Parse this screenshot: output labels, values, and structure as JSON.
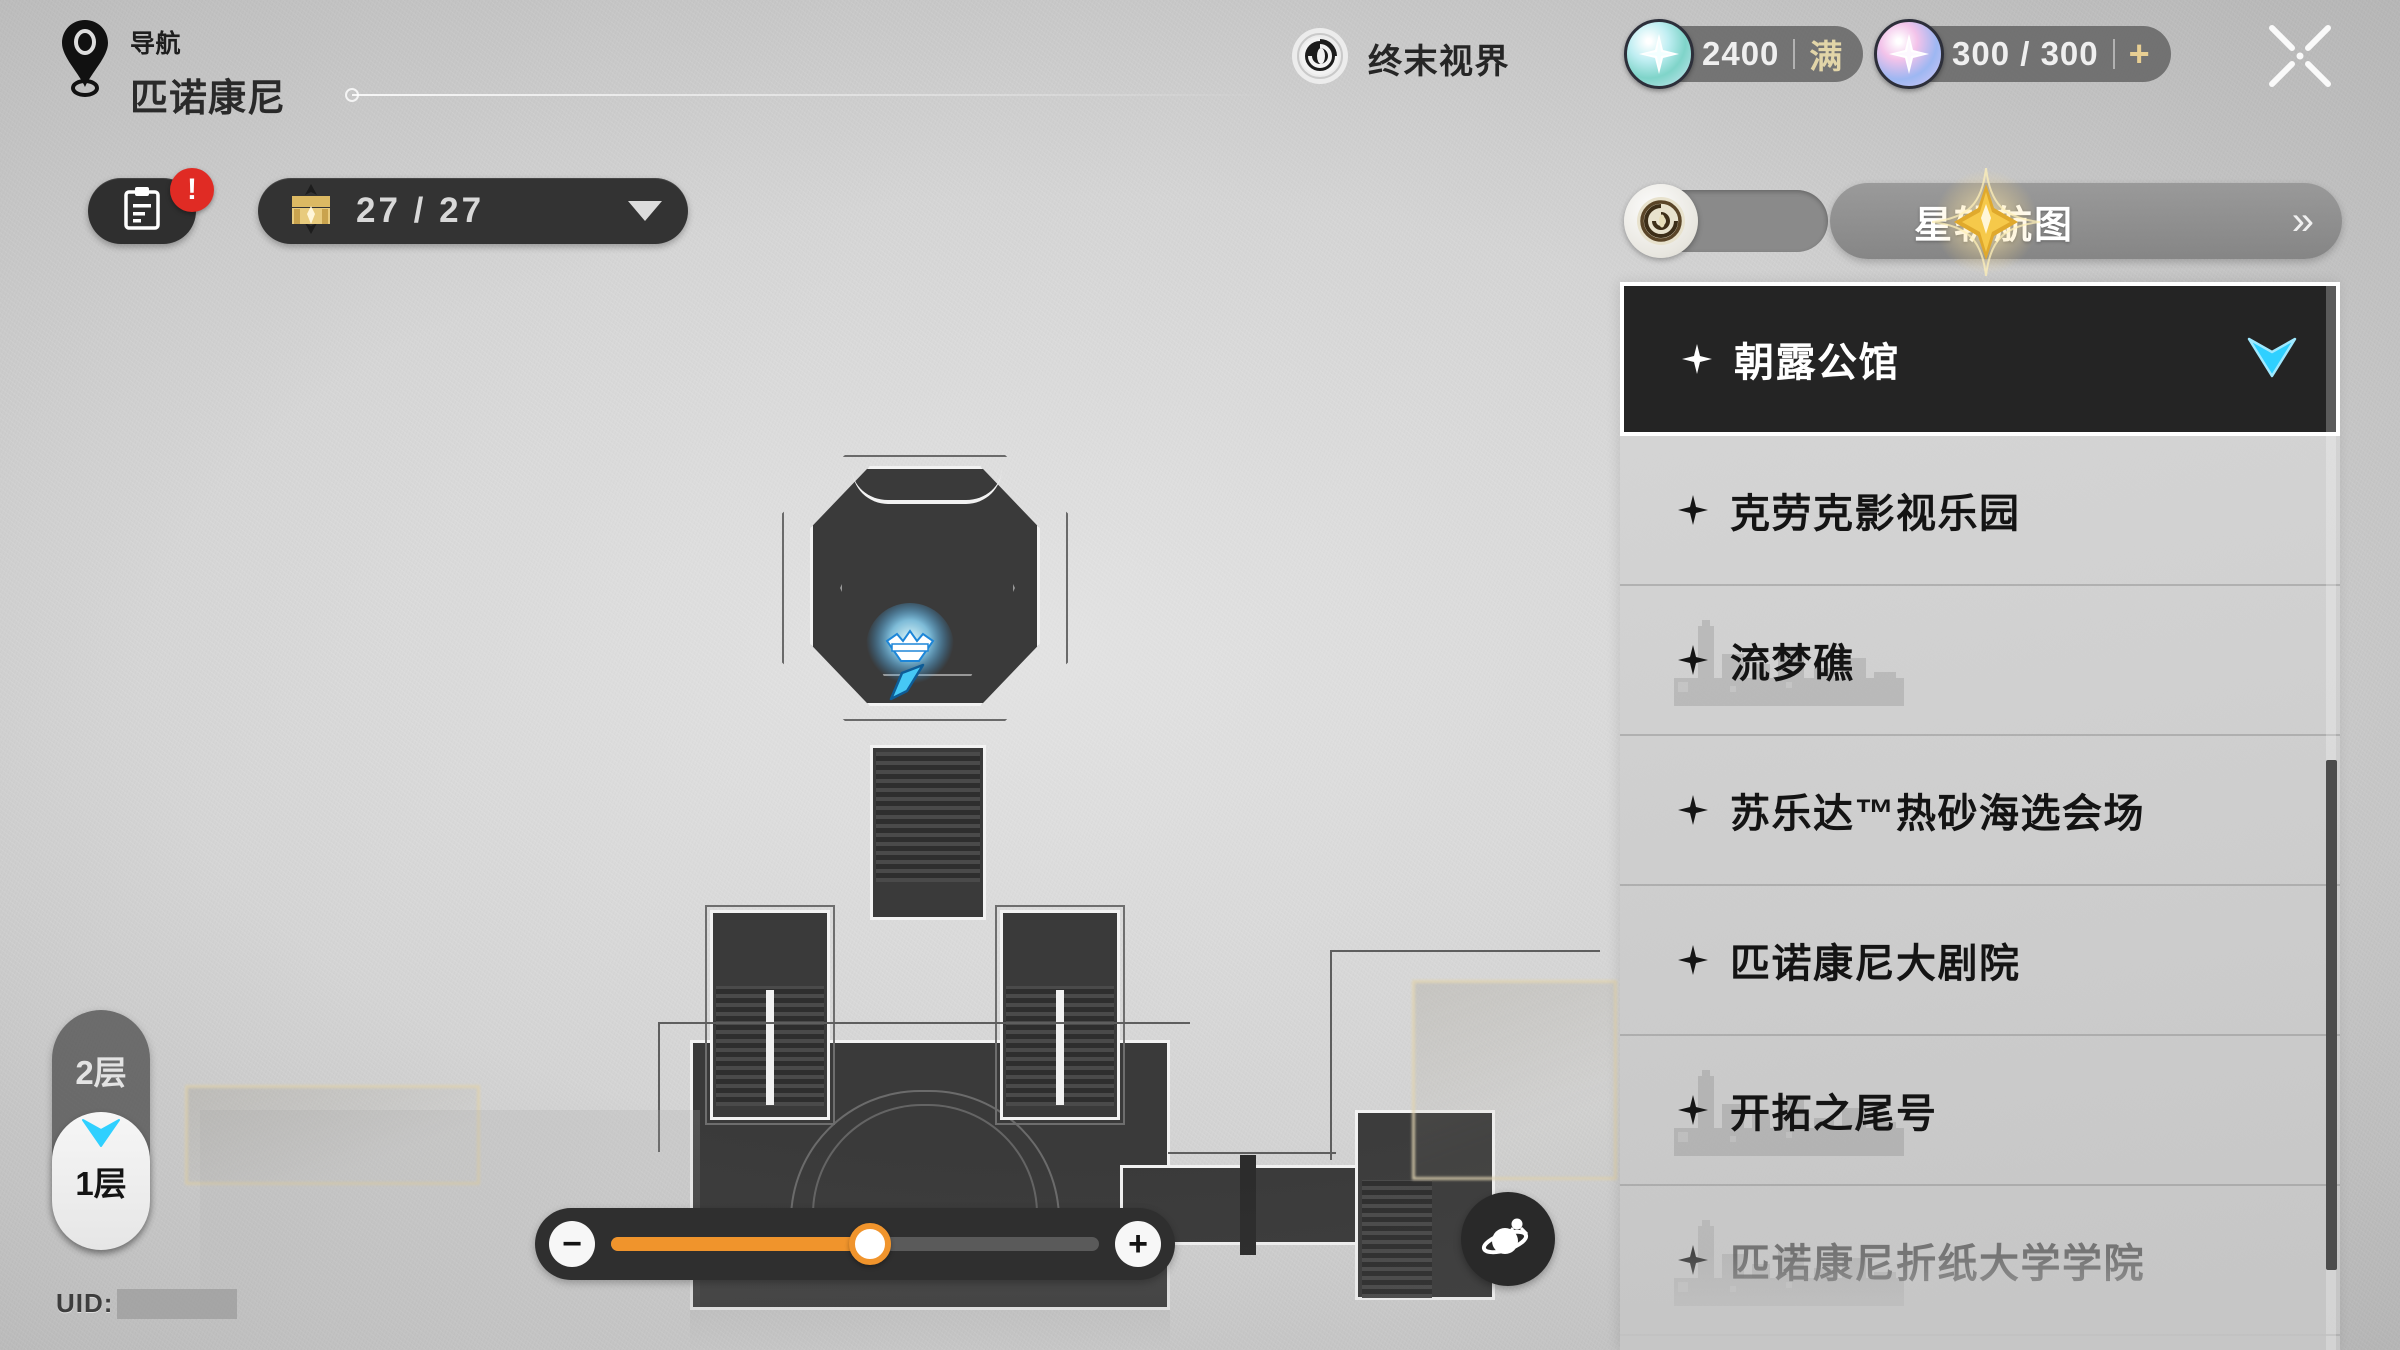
{
  "nav": {
    "kicker": "导航",
    "title": "匹诺康尼",
    "pin_icon": "location-pin-icon"
  },
  "toolbar": {
    "quest_icon": "clipboard-icon",
    "quest_badge": "!",
    "chest_icon": "treasure-chest-icon",
    "chest_count": "27 / 27",
    "chest_caret_icon": "chevron-down-icon"
  },
  "mode": {
    "icon": "spiral-eye-icon",
    "label": "终末视界"
  },
  "currency": {
    "jade": {
      "icon": "jade-orb-icon",
      "value": "2400",
      "status": "满"
    },
    "fuel": {
      "icon": "fuel-orb-icon",
      "value": "300 / 300",
      "add": "+"
    }
  },
  "close": {
    "icon": "close-x-icon"
  },
  "panel": {
    "toggle": {
      "icon": "spiral-knob-icon",
      "state": "off"
    },
    "starmap": {
      "star_icon": "gold-star-icon",
      "label": "星轨航图",
      "chevrons_icon": "double-chevron-right-icon"
    }
  },
  "locations": {
    "selected_index": 0,
    "selected_marker_icon": "double-chevron-marker-icon",
    "selected_caret_icon": "cyan-chevron-down-icon",
    "items": [
      {
        "label": "朝露公馆",
        "icon": "sparkle-icon",
        "selected": true,
        "skyline": false,
        "faded": false
      },
      {
        "label": "克劳克影视乐园",
        "icon": "sparkle-icon",
        "selected": false,
        "skyline": false,
        "faded": false
      },
      {
        "label": "流梦礁",
        "icon": "sparkle-icon",
        "selected": false,
        "skyline": true,
        "faded": false
      },
      {
        "label": "苏乐达™热砂海选会场",
        "icon": "sparkle-icon",
        "selected": false,
        "skyline": false,
        "faded": false
      },
      {
        "label": "匹诺康尼大剧院",
        "icon": "sparkle-icon",
        "selected": false,
        "skyline": false,
        "faded": false
      },
      {
        "label": "开拓之尾号",
        "icon": "sparkle-icon",
        "selected": false,
        "skyline": true,
        "faded": false
      },
      {
        "label": "匹诺康尼折纸大学学院",
        "icon": "sparkle-icon",
        "selected": false,
        "skyline": true,
        "faded": true
      }
    ]
  },
  "floors": {
    "upper": "2层",
    "lower": "1层",
    "active": "1层",
    "active_caret_icon": "cyan-chevron-down-icon"
  },
  "uid": {
    "label": "UID:",
    "value": ""
  },
  "zoom": {
    "minus": "−",
    "plus": "+",
    "value_percent": 53
  },
  "planet_button": {
    "icon": "planet-orbit-icon"
  },
  "map": {
    "player_marker_icon": "player-teleport-marker-icon"
  },
  "colors": {
    "accent_orange": "#f0942c",
    "accent_cyan": "#2fd0ff",
    "gold": "#e8cf93",
    "alert_red": "#e02b24",
    "panel_dark": "#242424"
  }
}
